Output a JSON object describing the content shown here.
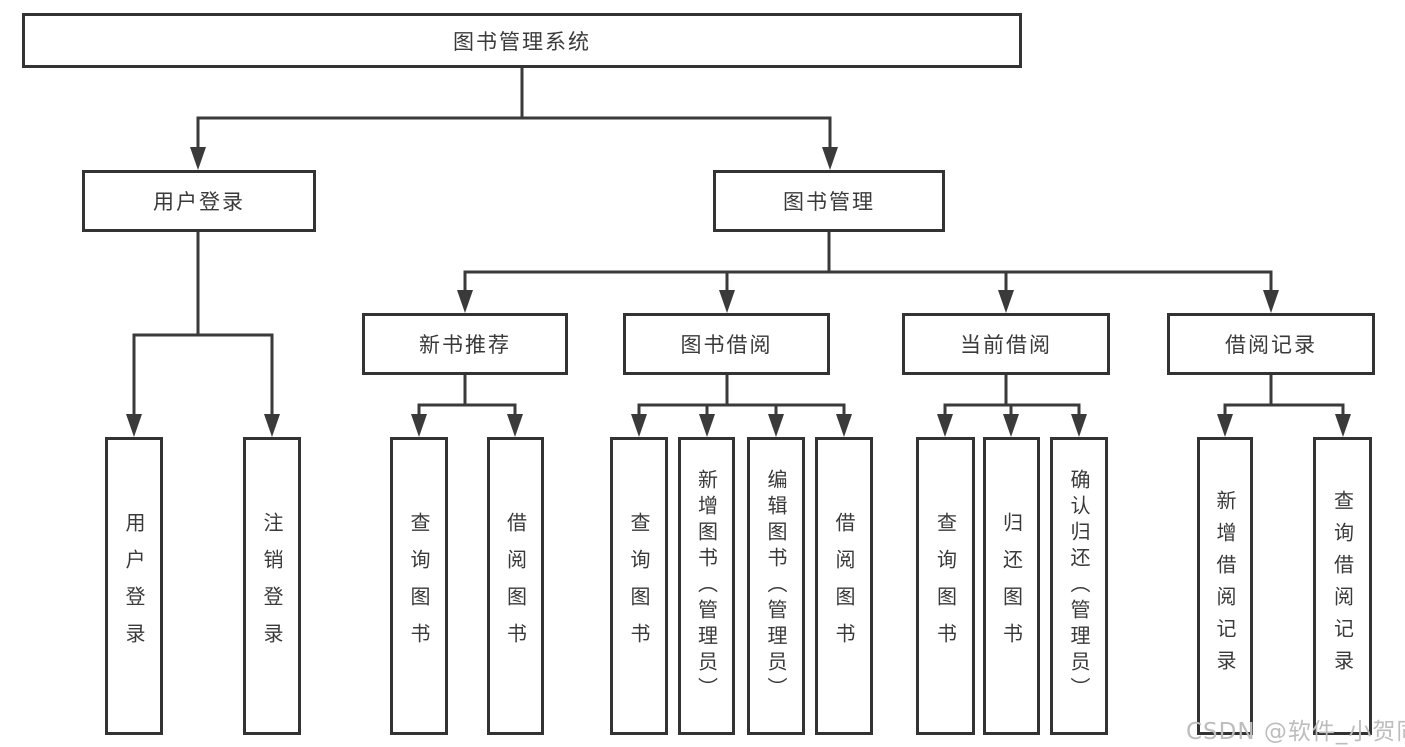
{
  "diagram": {
    "title": "图书管理系统",
    "colors": {
      "line": "#3a3a3a",
      "border": "#333333",
      "text": "#3a3a3a",
      "watermark": "#bdbdbd"
    },
    "nodes": {
      "root": "图书管理系统",
      "user_login": "用户登录",
      "book_mgmt": "图书管理",
      "new_book_rec": "新书推荐",
      "book_borrow": "图书借阅",
      "current_borrow": "当前借阅",
      "borrow_record": "借阅记录",
      "leaf_user_login": "用户登录",
      "leaf_logout": "注销登录",
      "leaf_query_book_1": "查询图书",
      "leaf_borrow_book_1": "借阅图书",
      "leaf_query_book_2": "查询图书",
      "leaf_add_book": "新增图书（管理员）",
      "leaf_edit_book": "编辑图书（管理员）",
      "leaf_borrow_book_2": "借阅图书",
      "leaf_query_book_3": "查询图书",
      "leaf_return_book": "归还图书",
      "leaf_confirm_return": "确认归还（管理员）",
      "leaf_add_record": "新增借阅记录",
      "leaf_query_record": "查询借阅记录"
    },
    "watermark": "CSDN @软件_小贺同学"
  }
}
